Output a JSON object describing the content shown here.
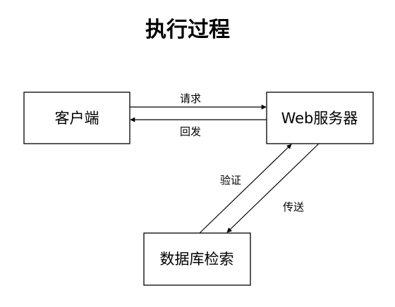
{
  "title": "执行过程",
  "nodes": {
    "client": "客户端",
    "web_server": "Web服务器",
    "database": "数据库检索"
  },
  "edges": {
    "request": "请求",
    "reply": "回发",
    "verify": "验证",
    "transfer": "传送"
  }
}
